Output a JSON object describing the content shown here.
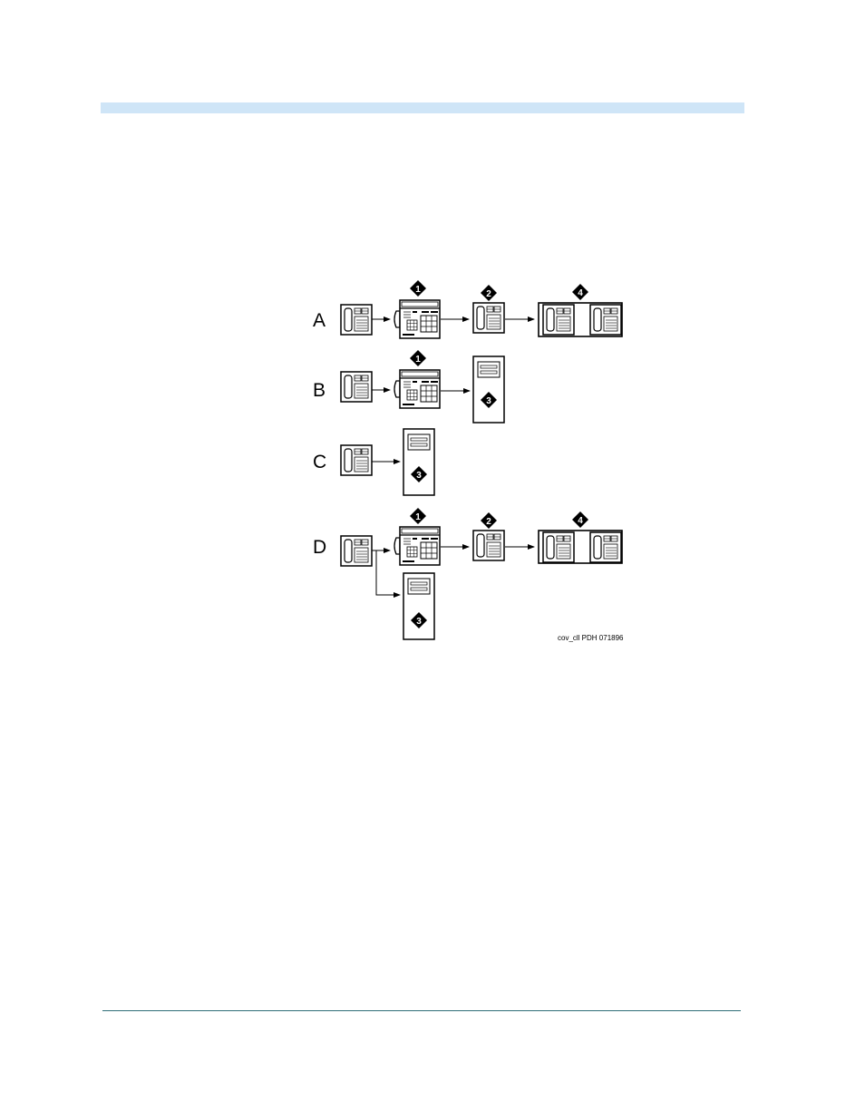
{
  "rows": [
    {
      "letter": "A"
    },
    {
      "letter": "B"
    },
    {
      "letter": "C"
    },
    {
      "letter": "D"
    }
  ],
  "callouts": {
    "c1": "1",
    "c2": "2",
    "c3": "3",
    "c4": "4"
  },
  "caption": "cov_cll PDH 071896",
  "colors": {
    "header_band": "#cfe5f7",
    "footer_rule": "#2f6e78"
  }
}
